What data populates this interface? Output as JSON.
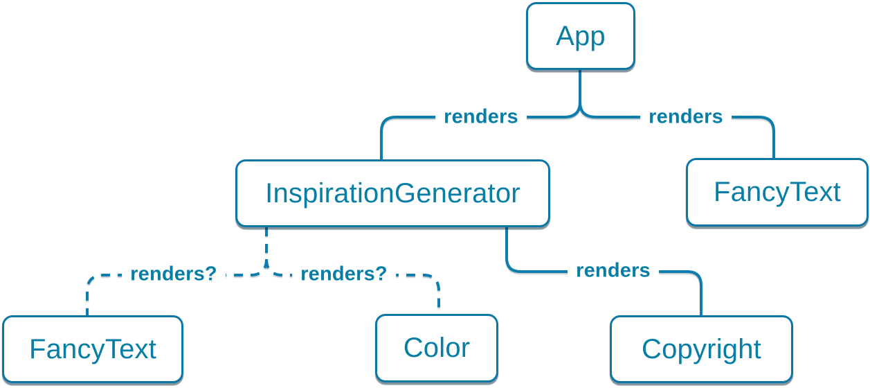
{
  "diagram": {
    "nodes": {
      "app": {
        "label": "App"
      },
      "inspiration_generator": {
        "label": "InspirationGenerator"
      },
      "fancy_text_top": {
        "label": "FancyText"
      },
      "fancy_text_bottom": {
        "label": "FancyText"
      },
      "color": {
        "label": "Color"
      },
      "copyright": {
        "label": "Copyright"
      }
    },
    "edges": {
      "app_to_inspiration_generator": {
        "label": "renders",
        "style": "solid"
      },
      "app_to_fancy_text": {
        "label": "renders",
        "style": "solid"
      },
      "inspiration_generator_to_fancy_text": {
        "label": "renders?",
        "style": "dashed"
      },
      "inspiration_generator_to_color": {
        "label": "renders?",
        "style": "dashed"
      },
      "inspiration_generator_to_copyright": {
        "label": "renders",
        "style": "solid"
      }
    },
    "colors": {
      "accent": "#087ea4",
      "line": "#0e7dab",
      "node_border": "#0c76a4",
      "node_background": "#ffffff",
      "page_background": "#ffffff",
      "shadow": "rgba(9,42,62,0.5)"
    }
  }
}
